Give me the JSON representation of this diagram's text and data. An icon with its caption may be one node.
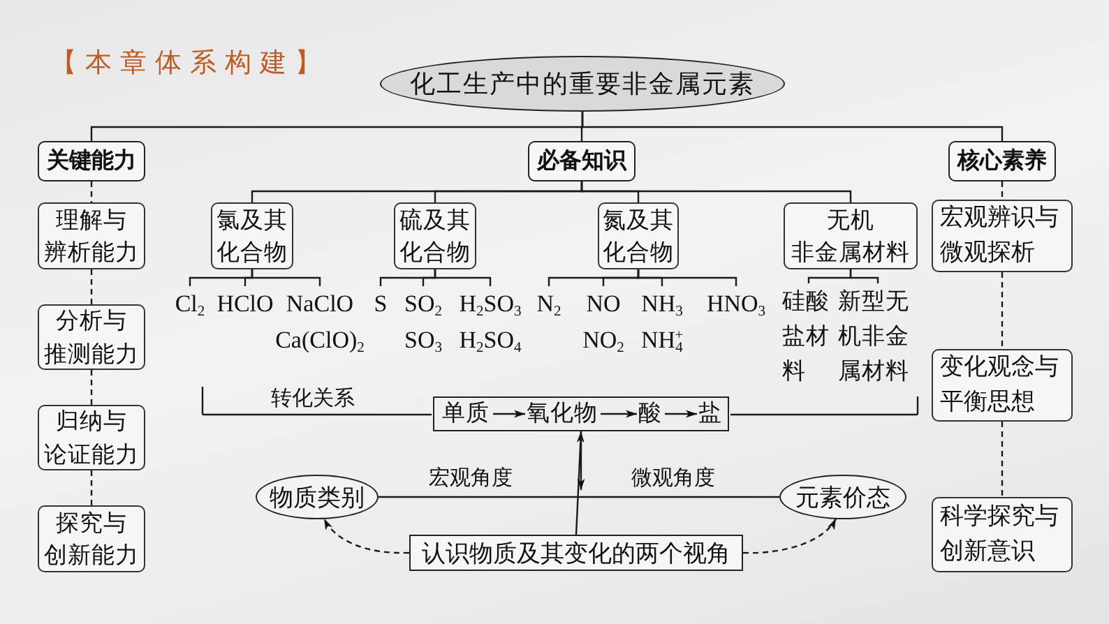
{
  "diagram": {
    "title": "【本章体系构建】",
    "nodes": [
      {
        "text": [
          "化工生产中的重要非金属元素"
        ]
      },
      {
        "text": [
          "关键能力"
        ]
      },
      {
        "text": [
          "必备知识"
        ]
      },
      {
        "text": [
          "核心素养"
        ]
      },
      {
        "text": [
          "理解与辨析能力"
        ]
      },
      {
        "text": [
          "氯及其化合物"
        ]
      },
      {
        "text": [
          "硫及其化合物"
        ]
      },
      {
        "text": [
          "氮及其化合物"
        ]
      },
      {
        "text": [
          "无机非金属材料"
        ]
      },
      {
        "text": [
          "宏观辨识与微观探析"
        ]
      },
      {
        "text": [
          "Cl$_{2}$"
        ]
      },
      {
        "text": [
          "HClO"
        ]
      },
      {
        "text": [
          "NaClO",
          "Ca(ClO)$_{2}$"
        ]
      },
      {
        "text": [
          "S"
        ]
      },
      {
        "text": [
          "SO$_{2}$",
          "SO$_{3}$"
        ]
      },
      {
        "text": [
          "H$_{2}$SO$_{3}$",
          "H$_{2}$SO$_{4}$"
        ]
      },
      {
        "text": [
          "N$_{2}$"
        ]
      },
      {
        "text": [
          "NO",
          "NO$_{2}$"
        ]
      },
      {
        "text": [
          "NH$_{3}$",
          "NH$_{4}$$^{+}$"
        ]
      },
      {
        "text": [
          "HNO$_{3}$"
        ]
      },
      {
        "text": [
          "硅酸盐材料"
        ]
      },
      {
        "text": [
          "新型无机非金属材料"
        ]
      },
      {
        "text": [
          "分析与推测能力"
        ]
      },
      {
        "text": [
          "变化观念与平衡思想"
        ]
      },
      {
        "text": [],
        "shape": "box"
      },
      {
        "text": [
          "单质"
        ],
        "in": 24
      },
      {
        "text": [
          "氧化物"
        ],
        "in": 24
      },
      {
        "text": [
          "酸"
        ],
        "in": 24
      },
      {
        "text": [
          "盐"
        ],
        "in": 24
      },
      {
        "text": [
          "归纳与论证能力"
        ]
      },
      {
        "text": [
          "物质类别"
        ]
      },
      {
        "text": [
          "元素价态"
        ]
      },
      {
        "text": [
          "探究与创新能力"
        ]
      },
      {
        "text": [
          "科学探究与创新意识"
        ]
      },
      {
        "text": [
          "认识物质及其变化的两个视角"
        ]
      }
    ],
    "edges": [
      {
        "from": 0,
        "to": 1,
        "arrow": "none"
      },
      {
        "from": 0,
        "to": 2,
        "arrow": "none"
      },
      {
        "from": 0,
        "to": 3,
        "arrow": "none"
      },
      {
        "from": 1,
        "to": 4,
        "arrow": "none",
        "style": "dashed"
      },
      {
        "from": 3,
        "to": 9,
        "arrow": "none",
        "style": "dashed"
      },
      {
        "from": 2,
        "to": 5,
        "arrow": "none"
      },
      {
        "from": 2,
        "to": 6,
        "arrow": "none"
      },
      {
        "from": 2,
        "to": 7,
        "arrow": "none"
      },
      {
        "from": 2,
        "to": 8,
        "arrow": "none"
      },
      {
        "from": 5,
        "to": 10,
        "arrow": "none"
      },
      {
        "from": 5,
        "to": 11,
        "arrow": "none"
      },
      {
        "from": 5,
        "to": 12,
        "arrow": "none"
      },
      {
        "from": 6,
        "to": 13,
        "arrow": "none"
      },
      {
        "from": 6,
        "to": 14,
        "arrow": "none"
      },
      {
        "from": 6,
        "to": 15,
        "arrow": "none"
      },
      {
        "from": 7,
        "to": 16,
        "arrow": "none"
      },
      {
        "from": 7,
        "to": 17,
        "arrow": "none"
      },
      {
        "from": 7,
        "to": 18,
        "arrow": "none"
      },
      {
        "from": 7,
        "to": 19,
        "arrow": "none"
      },
      {
        "from": 8,
        "to": 20,
        "arrow": "none"
      },
      {
        "from": 8,
        "to": 21,
        "arrow": "none"
      },
      {
        "from": 4,
        "to": 22,
        "arrow": "none",
        "style": "dashed"
      },
      {
        "from": 9,
        "to": 23,
        "arrow": "none",
        "style": "dashed"
      },
      {
        "from": 22,
        "to": 29,
        "arrow": "none",
        "style": "dashed"
      },
      {
        "from": 29,
        "to": 32,
        "arrow": "none",
        "style": "dashed"
      },
      {
        "from": 23,
        "to": 33,
        "arrow": "none",
        "style": "dashed"
      },
      {
        "from": 25,
        "to": 26,
        "arrow": "to"
      },
      {
        "from": 26,
        "to": 27,
        "arrow": "to"
      },
      {
        "from": 27,
        "to": 28,
        "arrow": "to"
      },
      {
        "from": 34,
        "to": 24,
        "arrow": "to"
      },
      {
        "from": 24,
        "to": null,
        "arrow": "to"
      },
      {
        "from": 30,
        "to": 31,
        "arrow": "none"
      },
      {
        "from": 34,
        "to": 30,
        "arrow": "to",
        "style": "dashed"
      },
      {
        "from": 34,
        "to": 31,
        "arrow": "to",
        "style": "dashed"
      }
    ],
    "labels": [
      "转化关系",
      "宏观角度",
      "微观角度"
    ]
  }
}
